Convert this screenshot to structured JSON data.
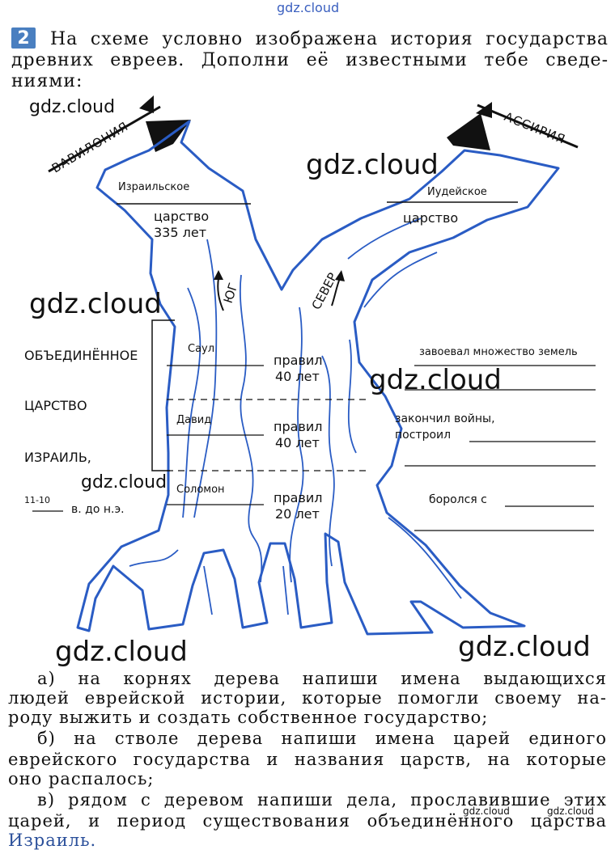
{
  "watermarks": {
    "top": "gdz.cloud",
    "main": "gdz.cloud",
    "small": "gdz.cloud"
  },
  "task": {
    "number": "2",
    "intro_line1": "На схеме условно изображена история государства",
    "intro_line2": "древних евреев. Дополни её известными тебе сведе-",
    "intro_line3": "ниями:"
  },
  "scheme": {
    "babylon": "ВАВИЛОНИЯ",
    "assyria": "АССИРИЯ",
    "israel_kingdom": "Израильское",
    "israel_kingdom_2": "царство",
    "israel_years": "335 лет",
    "judea_kingdom": "Иудейское",
    "judea_kingdom_2": "царство",
    "south": "ЮГ",
    "north": "СЕВЕР",
    "united": "ОБЪЕДИНЁННОЕ",
    "kingdom": "ЦАРСТВО",
    "israel": "ИЗРАИЛЬ,",
    "period_num": "11-10",
    "period_text": "в. до н.э.",
    "king1": "Саул",
    "king2": "Давид",
    "king3": "Соломон",
    "ruled": "правил",
    "years1": "40 лет",
    "years2": "40 лет",
    "years3": "20 лет",
    "deed1": "завоевал множество земель",
    "deed2a": "закончил войны,",
    "deed2b": "построил",
    "deed3": "боролся с"
  },
  "instructions": {
    "a1": "а) на корнях дерева напиши имена выдающихся",
    "a2": "людей еврейской истории, которые помогли своему на-",
    "a3": "роду выжить и создать собственное государство;",
    "b1": "б) на стволе дерева напиши имена царей единого",
    "b2": "еврейского государства и названия царств, на которые",
    "b3": "оно распалось;",
    "c1": "в) рядом с деревом напиши дела, прославившие этих",
    "c2": "царей, и период существования объединённого царства",
    "c3": "Израиль."
  },
  "colors": {
    "tree_outline": "#2a5cc4",
    "task_badge": "#4a7fc0"
  }
}
